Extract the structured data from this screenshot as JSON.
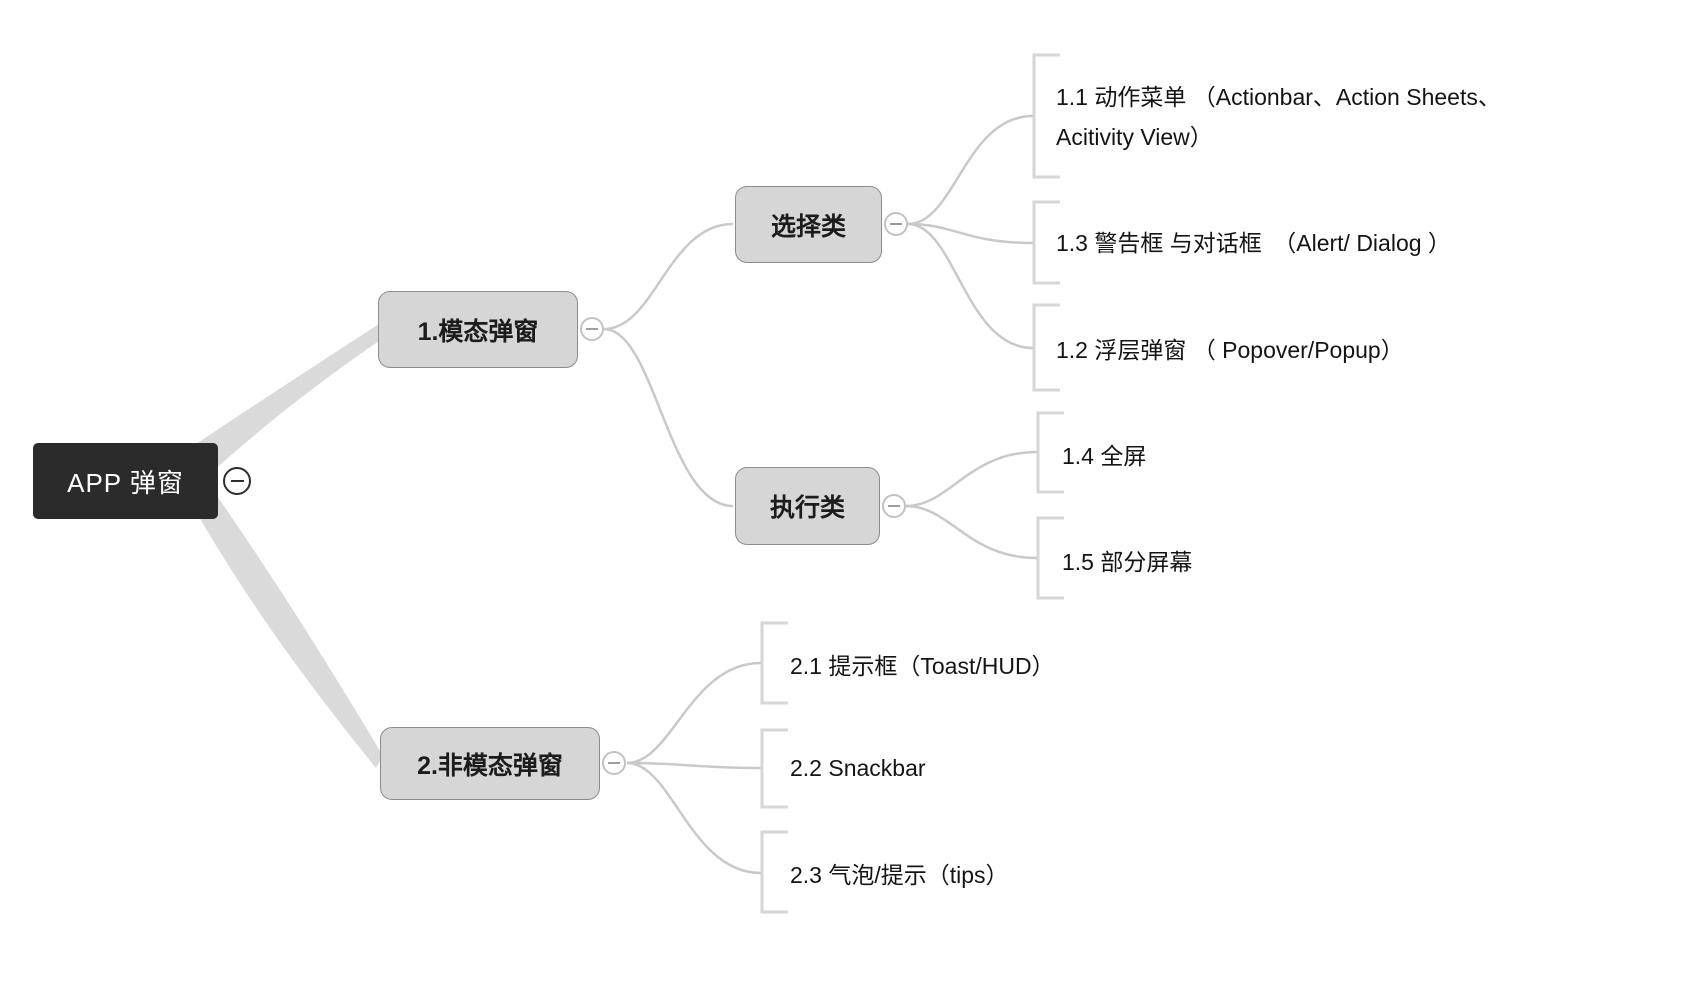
{
  "map": {
    "root": {
      "label": "APP 弹窗"
    },
    "branches": [
      {
        "label": "1.模态弹窗",
        "children": [
          {
            "label": "选择类",
            "children": [
              {
                "label": "1.1 动作菜单 （Actionbar、Action Sheets、\nAcitivity View）"
              },
              {
                "label": "1.3 警告框 与对话框　（Alert/ Dialog ）"
              },
              {
                "label": "1.2 浮层弹窗 （ Popover/Popup）"
              }
            ]
          },
          {
            "label": "执行类",
            "children": [
              {
                "label": "1.4 全屏"
              },
              {
                "label": "1.5 部分屏幕"
              }
            ]
          }
        ]
      },
      {
        "label": "2.非模态弹窗",
        "children": [
          {
            "label": "2.1 提示框（Toast/HUD）"
          },
          {
            "label": "2.2 Snackbar"
          },
          {
            "label": "2.3 气泡/提示（tips）"
          }
        ]
      }
    ]
  },
  "icons": {
    "collapse": "minus-circle-icon"
  },
  "theme": {
    "root_bg": "#2b2b2b",
    "root_text": "#ffffff",
    "node_bg": "#d6d6d6",
    "node_border": "#8c8c8c",
    "node_text": "#1c1c1c",
    "leaf_text": "#141414",
    "branch_thick": "#dadada",
    "branch_thin": "#c9c9c9",
    "bracket": "#d6d6d6",
    "collapse_border_root": "#2e2e2e",
    "collapse_border": "#c2c2c2",
    "collapse_minus": "#9e9e9e",
    "canvas_bg": "#ffffff"
  }
}
